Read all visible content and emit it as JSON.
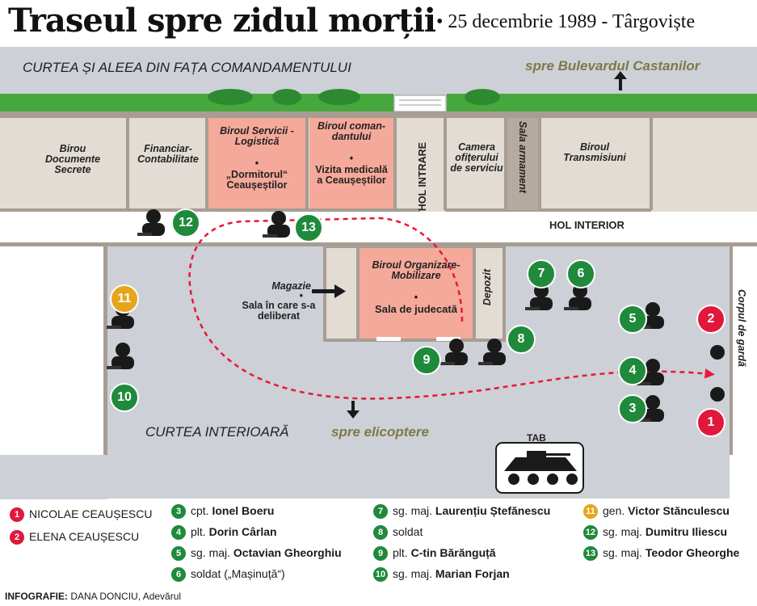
{
  "header": {
    "title": "Traseul spre zidul morții",
    "subtitle": "• 25 decembrie 1989 - Târgoviște"
  },
  "colors": {
    "courtyard": "#cdd0d7",
    "room": "#e2dcd5",
    "room_highlight": "#f5a99a",
    "wall": "#a79d93",
    "path": "#e8173a",
    "badge_red": "#e0183c",
    "badge_green": "#1f8a3b",
    "badge_yellow": "#e6a51b",
    "hedge": "#3aa53a",
    "olive_text": "#7d7a45"
  },
  "zones": {
    "front_yard": "CURTEA ȘI ALEEA DIN FAȚA COMANDAMENTULUI",
    "to_boulevard": "spre Bulevardul Castanilor",
    "inner_courtyard": "CURTEA INTERIOARĂ",
    "to_helicopters": "spre elicoptere",
    "inner_hall": "HOL INTERIOR",
    "guard_corps": "Corpul de gardă",
    "tab": "TAB"
  },
  "rooms": {
    "secret_docs": "Birou Documente Secrete",
    "finance": "Financiar- Contabilitate",
    "logistics_title": "Biroul Servicii - Logistică",
    "logistics_bullet": "•",
    "logistics_note": "„Dormitorul“ Ceaușeștilor",
    "commander_title": "Biroul coman- dantului",
    "commander_bullet": "•",
    "commander_note": "Vizita medicală a Ceaușeștilor",
    "hol_intrare": "HOL INTRARE",
    "officer_room": "Camera ofițerului de serviciu",
    "armory": "Sala armament",
    "transmissions": "Biroul Transmisiuni",
    "org_title": "Biroul Organizare- Mobilizare",
    "org_bullet": "•",
    "org_note": "Sala de judecată",
    "depozit": "Depozit",
    "storeroom_title": "Magazie",
    "storeroom_bullet": "•",
    "storeroom_note": "Sala în care s-a deliberat"
  },
  "markers": [
    {
      "n": "1",
      "color": "red"
    },
    {
      "n": "2",
      "color": "red"
    },
    {
      "n": "3",
      "color": "green"
    },
    {
      "n": "4",
      "color": "green"
    },
    {
      "n": "5",
      "color": "green"
    },
    {
      "n": "6",
      "color": "green"
    },
    {
      "n": "7",
      "color": "green"
    },
    {
      "n": "8",
      "color": "green"
    },
    {
      "n": "9",
      "color": "green"
    },
    {
      "n": "10",
      "color": "green"
    },
    {
      "n": "11",
      "color": "yellow"
    },
    {
      "n": "12",
      "color": "green"
    },
    {
      "n": "13",
      "color": "green"
    }
  ],
  "legend": [
    {
      "n": "1",
      "color": "red",
      "rank": "",
      "name": "NICOLAE CEAUȘESCU"
    },
    {
      "n": "2",
      "color": "red",
      "rank": "",
      "name": "ELENA CEAUȘESCU"
    },
    {
      "n": "3",
      "color": "green",
      "rank": "cpt.",
      "name": "Ionel Boeru"
    },
    {
      "n": "4",
      "color": "green",
      "rank": "plt.",
      "name": "Dorin Cârlan"
    },
    {
      "n": "5",
      "color": "green",
      "rank": "sg. maj.",
      "name": "Octavian Gheorghiu"
    },
    {
      "n": "6",
      "color": "green",
      "rank": "soldat",
      "name": "(„Mașinuță“)"
    },
    {
      "n": "7",
      "color": "green",
      "rank": "sg. maj.",
      "name": "Laurențiu Ștefănescu"
    },
    {
      "n": "8",
      "color": "green",
      "rank": "soldat",
      "name": ""
    },
    {
      "n": "9",
      "color": "green",
      "rank": "plt.",
      "name": "C-tin Bărănguță"
    },
    {
      "n": "10",
      "color": "green",
      "rank": "sg. maj.",
      "name": "Marian Forjan"
    },
    {
      "n": "11",
      "color": "yellow",
      "rank": "gen.",
      "name": "Victor Stănculescu"
    },
    {
      "n": "12",
      "color": "green",
      "rank": "sg. maj.",
      "name": "Dumitru Iliescu"
    },
    {
      "n": "13",
      "color": "green",
      "rank": "sg. maj.",
      "name": "Teodor Gheorghe"
    }
  ],
  "credit": {
    "label": "INFOGRAFIE:",
    "text": "DANA DONCIU, Adevărul"
  }
}
